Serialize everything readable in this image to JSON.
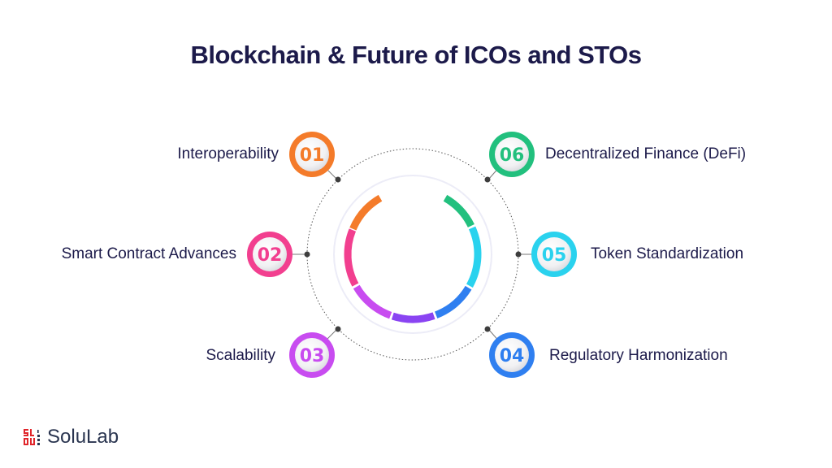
{
  "title": "Blockchain & Future of ICOs and STOs",
  "items": [
    {
      "number": "01",
      "label": "Interoperability",
      "color": "#f47b2a",
      "side": "left"
    },
    {
      "number": "02",
      "label": "Smart Contract Advances",
      "color": "#f23f8f",
      "side": "left"
    },
    {
      "number": "03",
      "label": "Scalability",
      "color": "#c84cf0",
      "side": "left"
    },
    {
      "number": "04",
      "label": "Regulatory Harmonization",
      "color": "#2f7ff0",
      "side": "right"
    },
    {
      "number": "05",
      "label": "Token Standardization",
      "color": "#2ad2ee",
      "side": "right"
    },
    {
      "number": "06",
      "label": "Decentralized Finance (DeFi)",
      "color": "#22c07e",
      "side": "right"
    }
  ],
  "ring_segments": [
    {
      "name": "orange",
      "color": "#f47b2a"
    },
    {
      "name": "pink",
      "color": "#f23f8f"
    },
    {
      "name": "magenta",
      "color": "#c84cf0"
    },
    {
      "name": "violet",
      "color": "#8a44f2"
    },
    {
      "name": "blue",
      "color": "#2f7ff0"
    },
    {
      "name": "cyan",
      "color": "#2ad2ee"
    },
    {
      "name": "green",
      "color": "#22c07e"
    }
  ],
  "brand": {
    "name": "SoluLab",
    "logo_color": "#e0262b"
  }
}
